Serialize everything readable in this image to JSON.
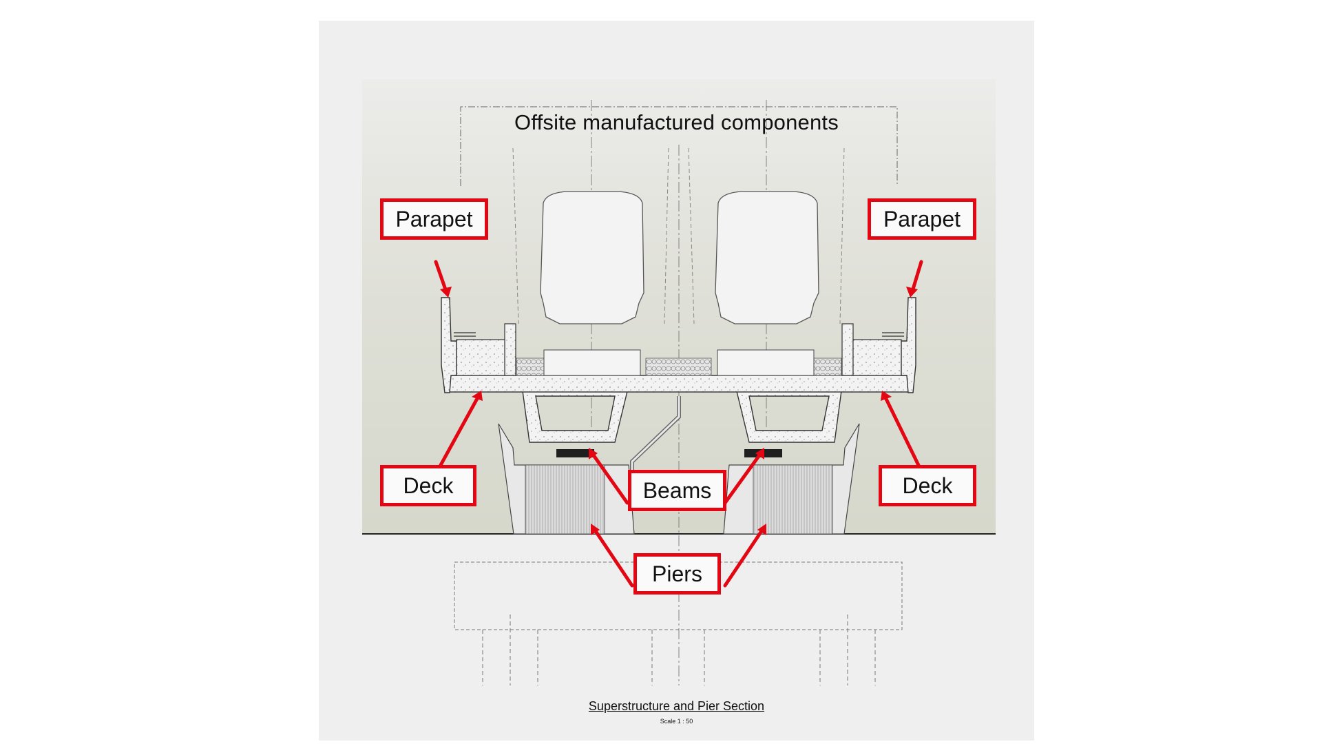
{
  "diagram": {
    "header": "Offsite manufactured components",
    "labels": {
      "parapet_left": "Parapet",
      "parapet_right": "Parapet",
      "deck_left": "Deck",
      "deck_right": "Deck",
      "beams": "Beams",
      "piers": "Piers"
    },
    "caption": {
      "title": "Superstructure and Pier Section",
      "scale": "Scale  1 : 50"
    },
    "annotation_color": "#e30613"
  }
}
